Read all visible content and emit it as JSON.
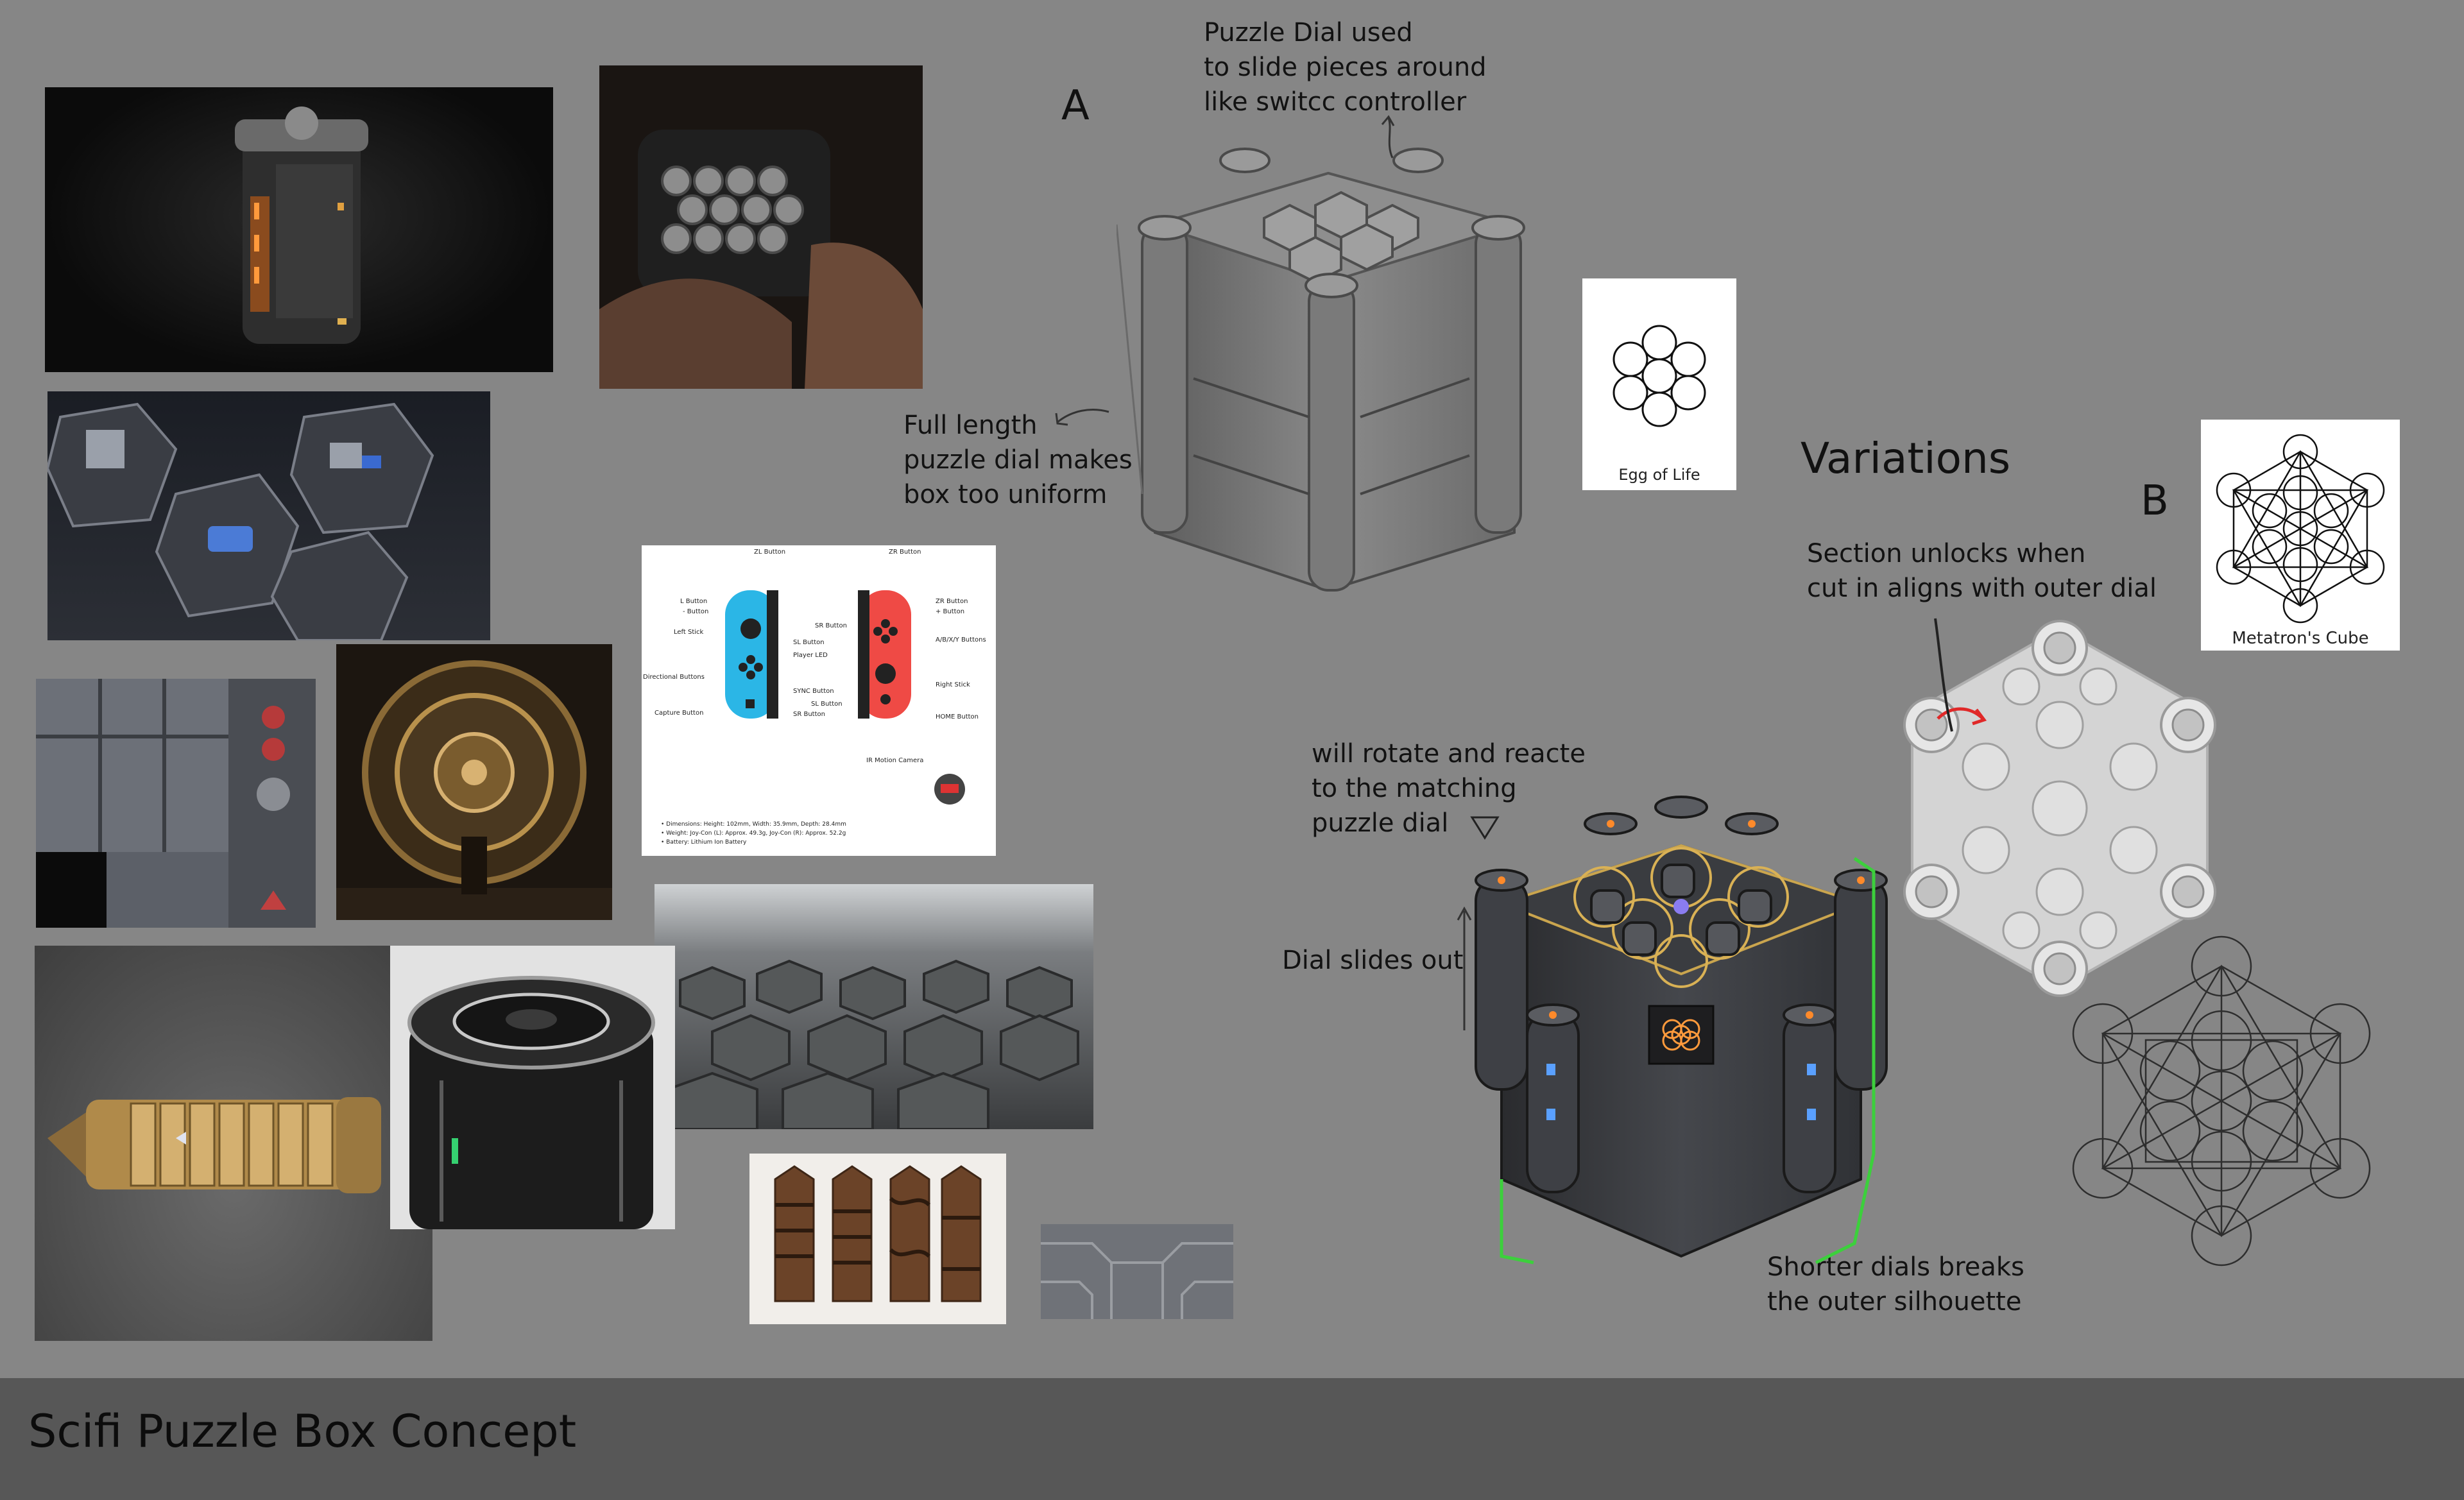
{
  "title": "Scifi Puzzle Box Concept",
  "section_labels": {
    "a": "A",
    "b": "B",
    "variations": "Variations"
  },
  "annotations": {
    "puzzle_dial": "Puzzle Dial used\nto slide pieces around\nlike switcc controller",
    "full_length": "Full length\npuzzle dial makes\nbox too uniform",
    "section_unlocks": "Section unlocks when\ncut in aligns with outer dial",
    "will_rotate": "will rotate and reacte\nto the matching\npuzzle dial",
    "dial_slides": "Dial slides out",
    "shorter_dials": "Shorter dials breaks\nthe outer silhouette"
  },
  "symbols": {
    "egg_caption": "Egg of Life",
    "metatron_caption": "Metatron's Cube"
  },
  "joycon_diagram": {
    "left_labels": [
      "ZL Button",
      "L Button",
      "- Button",
      "Left Stick",
      "Directional Buttons",
      "Capture Button"
    ],
    "middle_labels": [
      "SR Button",
      "SL Button",
      "Player LED",
      "SYNC Button",
      "SL Button",
      "SR Button"
    ],
    "right_labels": [
      "ZR Button",
      "ZR Button",
      "+ Button",
      "A/B/X/Y Buttons",
      "Right Stick",
      "HOME Button",
      "IR Motion Camera"
    ],
    "specs": [
      "• Dimensions: Height: 102mm, Width: 35.9mm, Depth: 28.4mm",
      "• Weight: Joy-Con (L): Approx. 49.3g, Joy-Con (R): Approx. 52.2g",
      "• Battery: Lithium Ion Battery"
    ]
  },
  "colors": {
    "background": "#868686",
    "footer": "#575757",
    "joycon_left": "#2bb6e6",
    "joycon_right": "#ef4a45",
    "glow": "#ff8a2a",
    "silhouette": "#3cd03c"
  }
}
